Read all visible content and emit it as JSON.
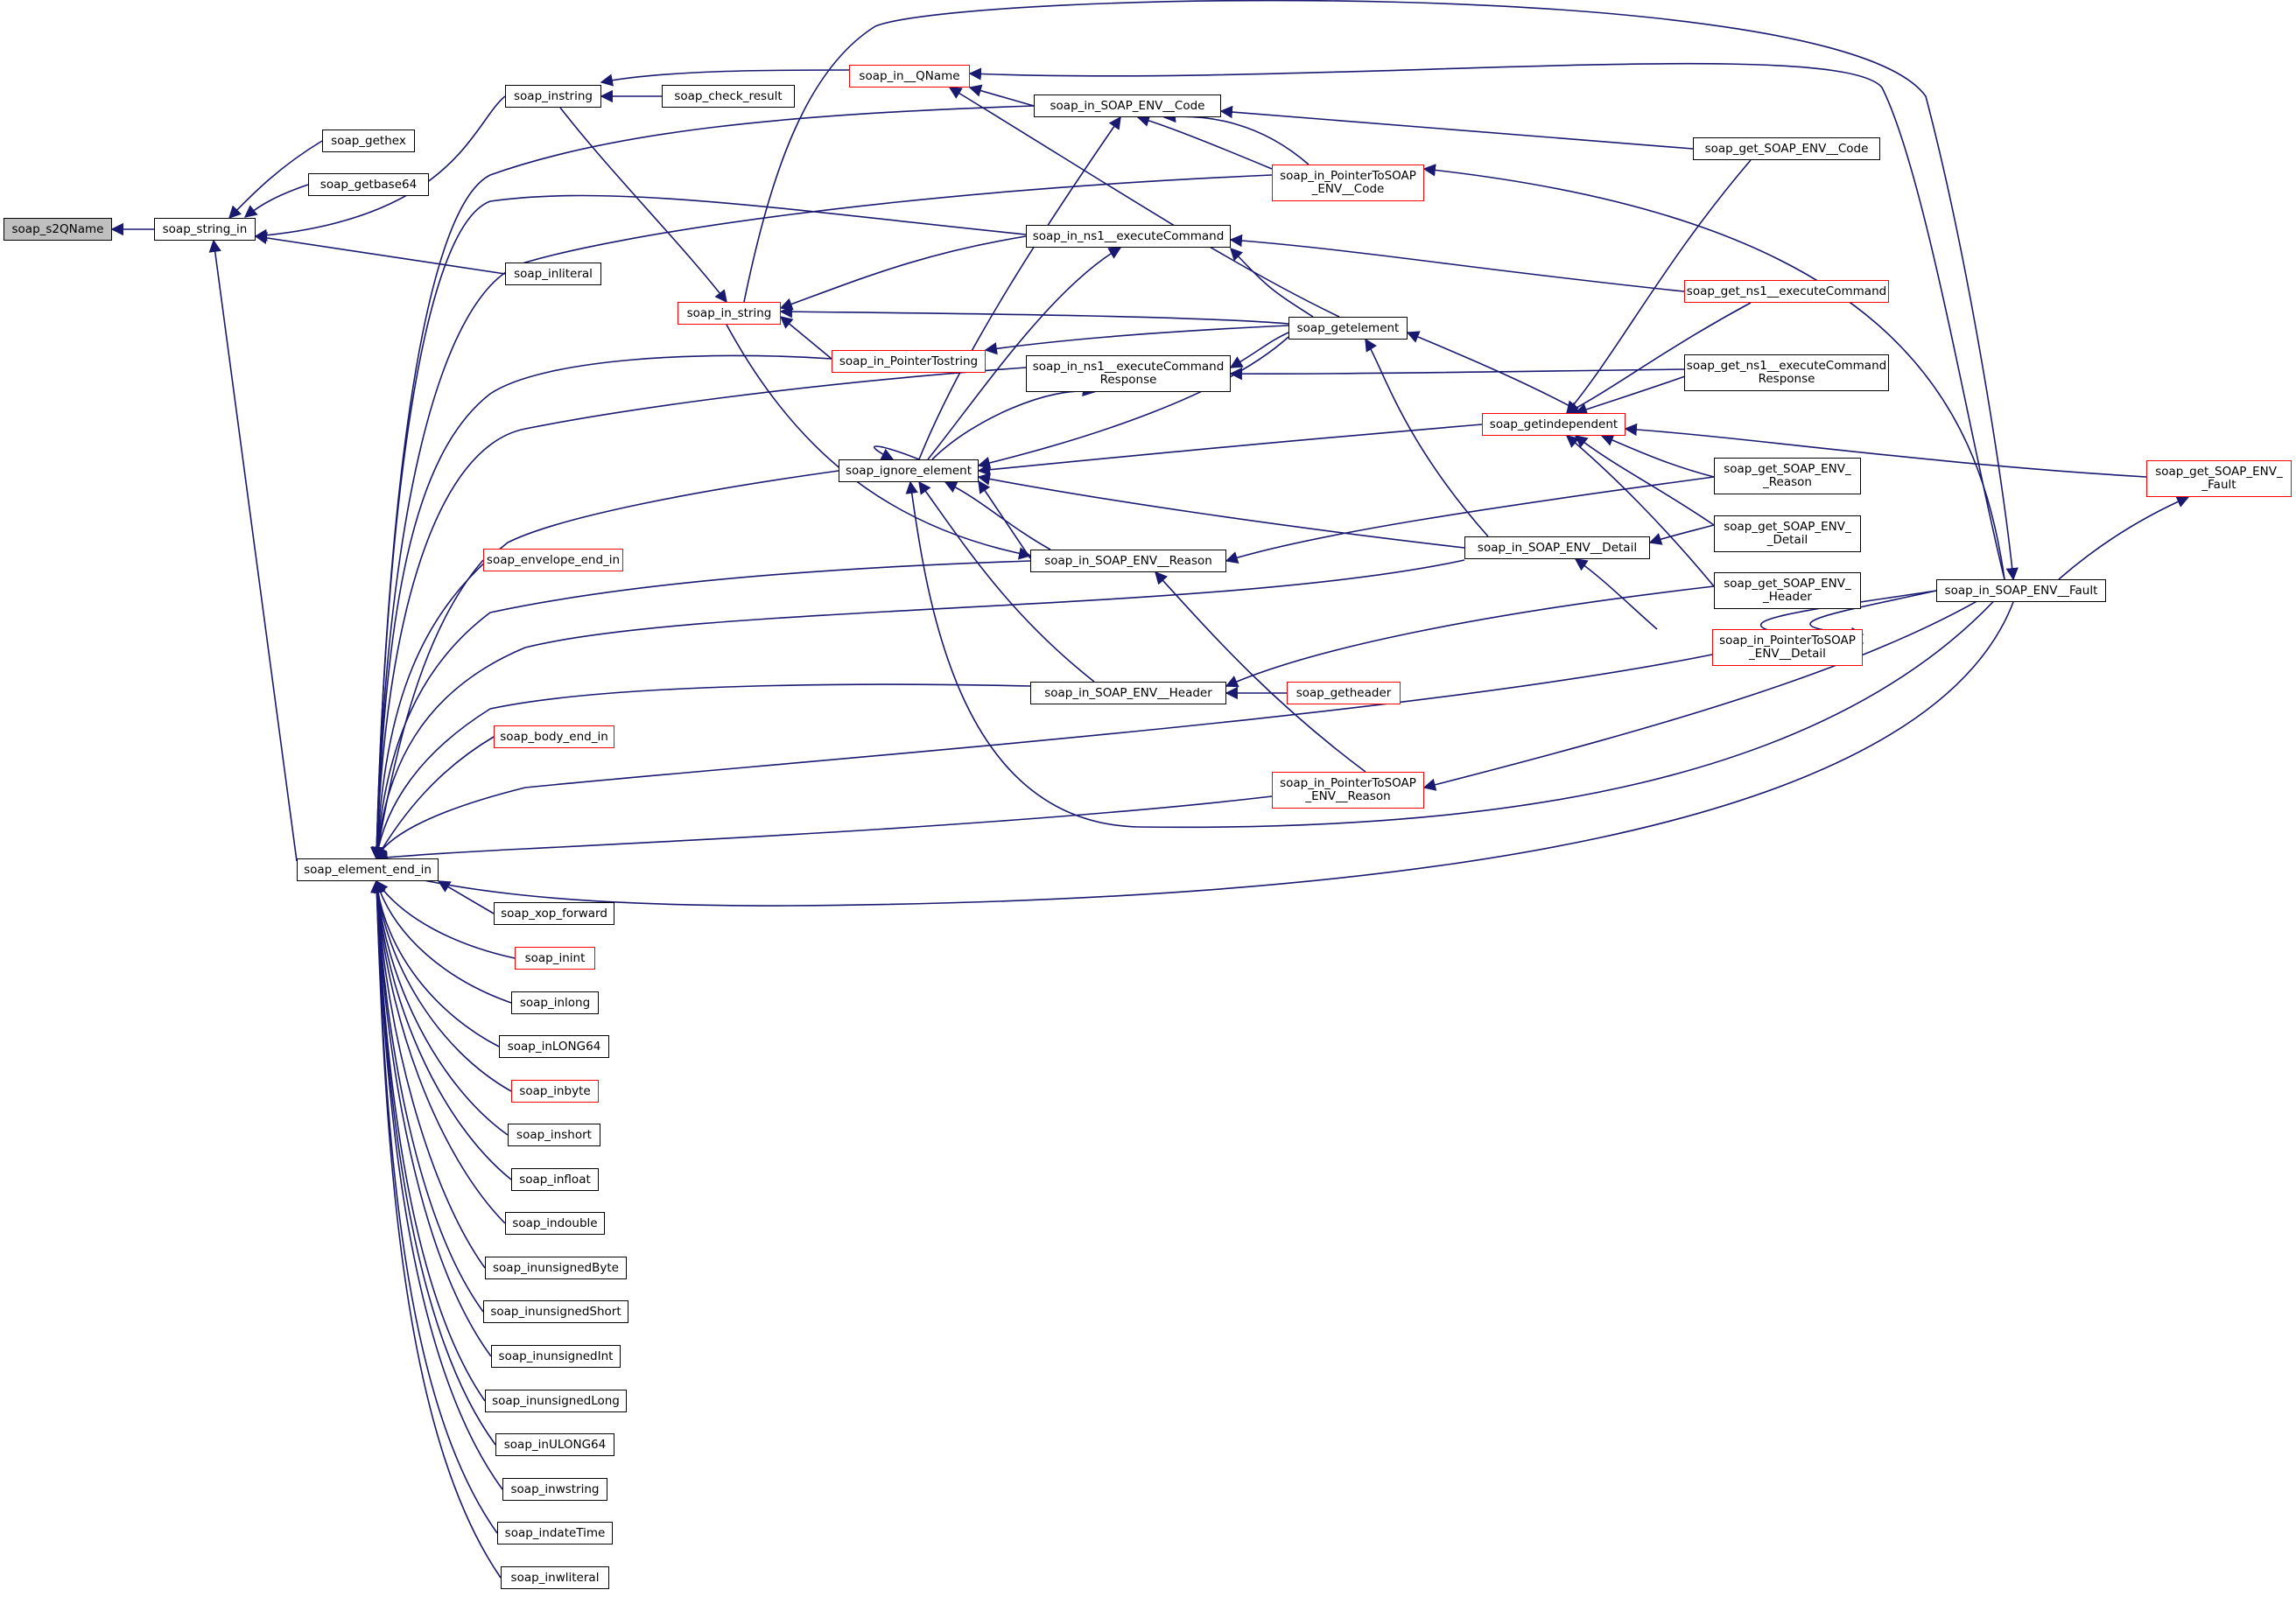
{
  "colors": {
    "edge": "#191970",
    "border": "#000000",
    "highlight_border": "#ff0000",
    "root_fill": "#bfbfbf"
  },
  "nodes": {
    "s2qname": "soap_s2QName",
    "string_in": "soap_string_in",
    "gethex": "soap_gethex",
    "getbase64": "soap_getbase64",
    "instring": "soap_instring",
    "check_result": "soap_check_result",
    "inliteral": "soap_inliteral",
    "in_qname": "soap_in__QName",
    "in_string": "soap_in_string",
    "in_pointertostring": "soap_in_PointerTostring",
    "ignore_element": "soap_ignore_element",
    "envelope_end_in": "soap_envelope_end_in",
    "body_end_in": "soap_body_end_in",
    "element_end_in": "soap_element_end_in",
    "xop_forward": "soap_xop_forward",
    "inint": "soap_inint",
    "inlong": "soap_inlong",
    "inlong64": "soap_inLONG64",
    "inbyte": "soap_inbyte",
    "inshort": "soap_inshort",
    "infloat": "soap_infloat",
    "indouble": "soap_indouble",
    "inunsignedbyte": "soap_inunsignedByte",
    "inunsignedshort": "soap_inunsignedShort",
    "inunsignedint": "soap_inunsignedInt",
    "inunsignedlong": "soap_inunsignedLong",
    "inulong64": "soap_inULONG64",
    "inwstring": "soap_inwstring",
    "indatetime": "soap_indateTime",
    "inwliteral": "soap_inwliteral",
    "in_env_code": "soap_in_SOAP_ENV__Code",
    "in_execcmd": "soap_in_ns1__executeCommand",
    "in_execcmdresp": "soap_in_ns1__executeCommand\nResponse",
    "in_env_reason": "soap_in_SOAP_ENV__Reason",
    "in_env_header": "soap_in_SOAP_ENV__Header",
    "in_ptr_code": "soap_in_PointerToSOAP\n_ENV__Code",
    "getelement": "soap_getelement",
    "in_ptr_reason": "soap_in_PointerToSOAP\n_ENV__Reason",
    "getheader": "soap_getheader",
    "in_env_detail": "soap_in_SOAP_ENV__Detail",
    "getindependent": "soap_getindependent",
    "get_env_code": "soap_get_SOAP_ENV__Code",
    "get_execcmd": "soap_get_ns1__executeCommand",
    "get_execcmdresp": "soap_get_ns1__executeCommand\nResponse",
    "get_env_reason": "soap_get_SOAP_ENV_\n_Reason",
    "get_env_detail": "soap_get_SOAP_ENV_\n_Detail",
    "get_env_header": "soap_get_SOAP_ENV_\n_Header",
    "in_ptr_detail": "soap_in_PointerToSOAP\n_ENV__Detail",
    "in_env_fault": "soap_in_SOAP_ENV__Fault",
    "get_env_fault": "soap_get_SOAP_ENV_\n_Fault"
  }
}
